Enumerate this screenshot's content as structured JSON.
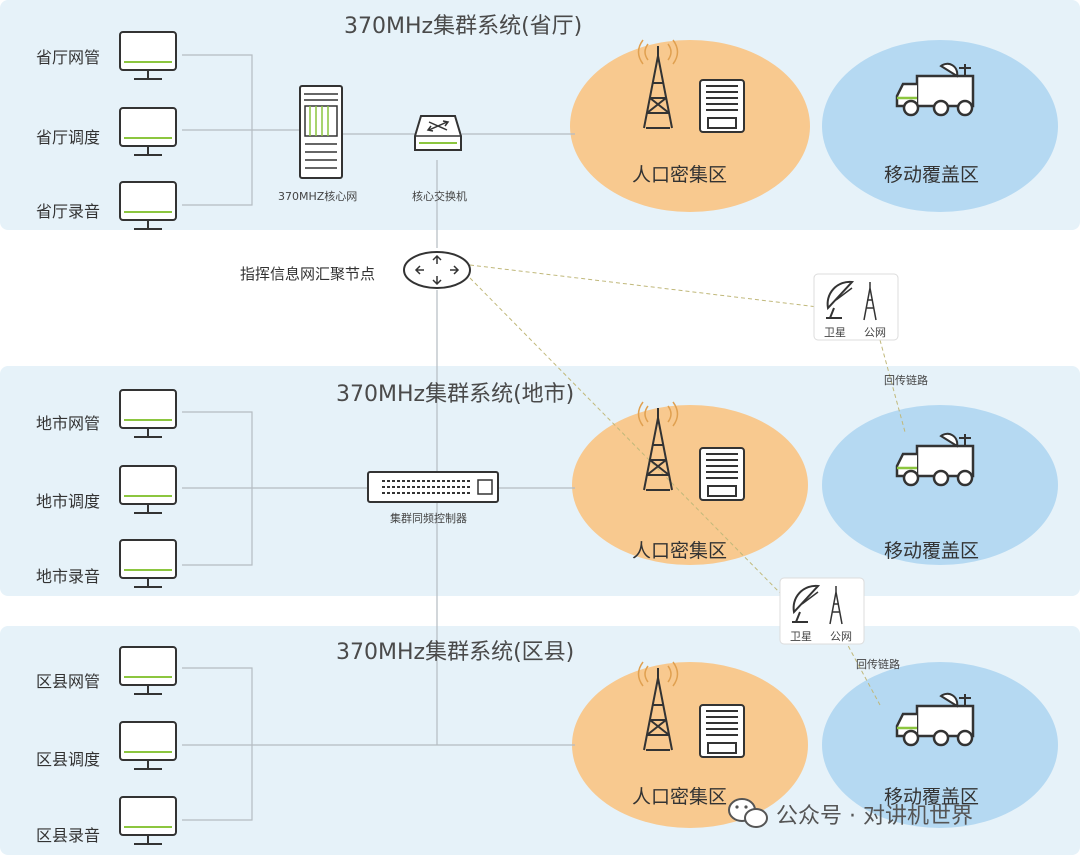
{
  "diagram": {
    "provincial": {
      "title": "370MHz集群系统(省厅)",
      "terminals": [
        "省厅网管",
        "省厅调度",
        "省厅录音"
      ],
      "core_network": "370MHZ核心网",
      "core_switch": "核心交换机",
      "dense_zone": "人口密集区",
      "mobile_zone": "移动覆盖区"
    },
    "aggregation_node": "指挥信息网汇聚节点",
    "city": {
      "title": "370MHz集群系统(地市)",
      "terminals": [
        "地市网管",
        "地市调度",
        "地市录音"
      ],
      "controller": "集群同频控制器",
      "dense_zone": "人口密集区",
      "mobile_zone": "移动覆盖区"
    },
    "county": {
      "title": "370MHz集群系统(区县)",
      "terminals": [
        "区县网管",
        "区县调度",
        "区县录音"
      ],
      "dense_zone": "人口密集区",
      "mobile_zone": "移动覆盖区"
    },
    "backhaul_1": {
      "satellite": "卫星",
      "public_net": "公网",
      "link": "回传链路"
    },
    "backhaul_2": {
      "satellite": "卫星",
      "public_net": "公网",
      "link": "回传链路"
    },
    "watermark": "公众号 · 对讲机世界",
    "colors": {
      "band": "#e6f2f9",
      "dense_zone": "#f8c98f",
      "mobile_zone": "#b5d9f2",
      "accent": "#8cc63f",
      "line": "#b5bcc2"
    }
  }
}
